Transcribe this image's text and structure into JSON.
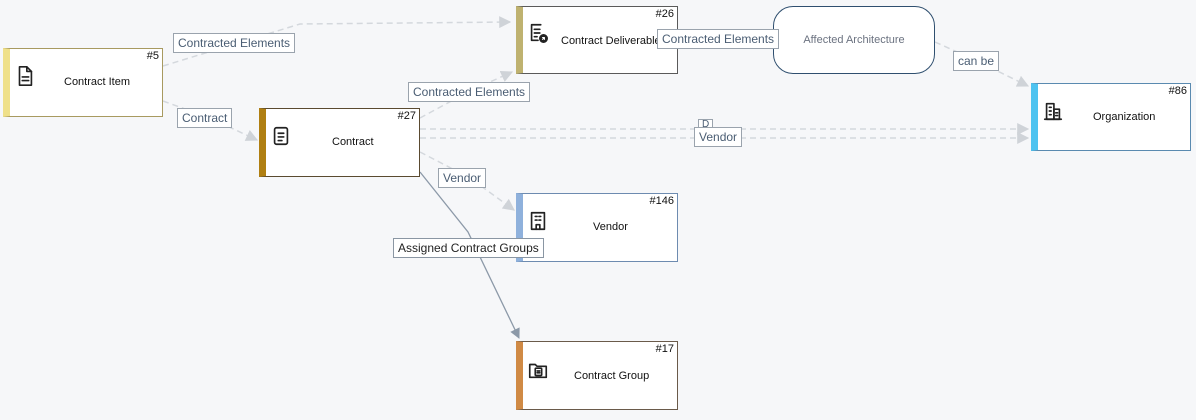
{
  "nodes": {
    "contract_item": {
      "id": "#5",
      "label": "Contract Item",
      "icon": "document-icon",
      "accent": "#efe08a",
      "border": "#a89a60"
    },
    "contract": {
      "id": "#27",
      "label": "Contract",
      "icon": "document-lines-icon",
      "accent": "#b07f12",
      "border": "#5a4a30"
    },
    "contract_deliverable": {
      "id": "#26",
      "label": "Contract Deliverable",
      "icon": "deliverable-icon",
      "accent": "#bfb270",
      "border": "#5a5a5a"
    },
    "affected_architecture": {
      "label": "Affected Architecture"
    },
    "organization": {
      "id": "#86",
      "label": "Organization",
      "icon": "building-icon",
      "accent": "#4ec3f0",
      "border": "#5a8ab0"
    },
    "vendor": {
      "id": "#146",
      "label": "Vendor",
      "icon": "office-building-icon",
      "accent": "#8fb1dc",
      "border": "#6d8bb0"
    },
    "contract_group": {
      "id": "#17",
      "label": "Contract Group",
      "icon": "folder-document-icon",
      "accent": "#d08a45",
      "border": "#6a5a4a"
    }
  },
  "edge_labels": {
    "item_to_deliverable": "Contracted Elements",
    "item_to_contract": "Contract",
    "contract_to_deliverable": "Contracted Elements",
    "deliverable_to_architecture": "Contracted Elements",
    "architecture_to_org": "can be",
    "contract_to_org_hidden": "D",
    "contract_to_org": "Vendor",
    "contract_to_vendor": "Vendor",
    "contract_to_group": "Assigned Contract Groups"
  },
  "colors": {
    "edge_dashed": "#cfd3d8",
    "edge_solid": "#8c99a8"
  }
}
